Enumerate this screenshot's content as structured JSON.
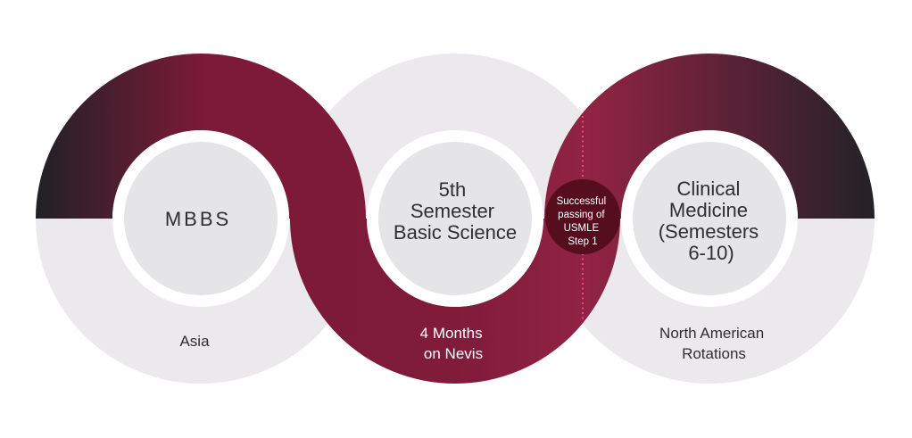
{
  "title": "MBBS pathway to North American clinical rotations",
  "colors": {
    "ring_gray": "#ebe9ec",
    "inner_disc": "#e5e4e7",
    "band_dark": "#222226",
    "band_maroon": "#7c1a38",
    "band_maroon_light": "#912344",
    "badge": "#560e1f",
    "dotted_line": "#f0457f",
    "text": "#2f2f33"
  },
  "stages": [
    {
      "id": "mbbs",
      "title_lines": [
        "MBBS"
      ],
      "location_lines": [
        "Asia"
      ]
    },
    {
      "id": "basic-science",
      "title_lines": [
        "5th",
        "Semester",
        "Basic Science"
      ],
      "location_lines": [
        "4 Months",
        "on Nevis"
      ]
    },
    {
      "id": "clinical-medicine",
      "title_lines": [
        "Clinical",
        "Medicine",
        "(Semesters",
        "6-10)"
      ],
      "location_lines": [
        "North American",
        "Rotations"
      ]
    }
  ],
  "milestone": {
    "lines": [
      "Successful",
      "passing of",
      "USMLE",
      "Step 1"
    ]
  }
}
